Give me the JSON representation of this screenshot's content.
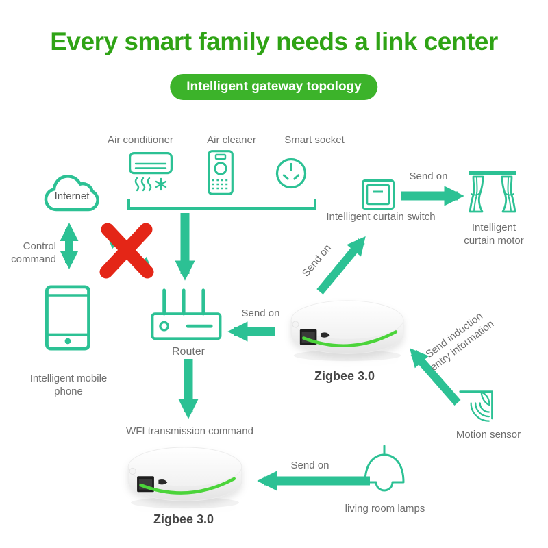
{
  "title": "Every smart family needs a link center",
  "badge": "Intelligent gateway topology",
  "colors": {
    "title_green": "#2fa315",
    "badge_green": "#3cb32a",
    "accent": "#2cc194",
    "led_green": "#4bd43a",
    "label_gray": "#6e6e6e",
    "dark_label": "#454545",
    "cross_red": "#e42617"
  },
  "nodes": {
    "air_conditioner": {
      "label": "Air conditioner"
    },
    "air_cleaner": {
      "label": "Air cleaner"
    },
    "smart_socket": {
      "label": "Smart socket"
    },
    "internet": {
      "label": "Internet"
    },
    "mobile_phone": {
      "label": "Intelligent mobile phone"
    },
    "router": {
      "label": "Router"
    },
    "gateway_main": {
      "label": "Zigbee 3.0"
    },
    "gateway_secondary": {
      "label": "Zigbee 3.0"
    },
    "curtain_switch": {
      "label": "Intelligent curtain switch"
    },
    "curtain_motor": {
      "label": "Intelligent curtain motor"
    },
    "motion_sensor": {
      "label": "Motion sensor"
    },
    "living_room_lamps": {
      "label": "living room lamps"
    }
  },
  "edges": {
    "control_command": "Control command",
    "send_on_router": "Send on",
    "send_on_switch": "Send on",
    "send_on_motor": "Send on",
    "send_on_lamps": "Send on",
    "wifi_transmission": "WFI transmission command",
    "send_induction": "Send induction entry information"
  },
  "icons": [
    "cloud-internet",
    "air-conditioner",
    "air-cleaner",
    "smart-socket",
    "smartphone",
    "wifi-router",
    "zigbee-gateway-puck",
    "curtain-wall-switch",
    "curtain-motor",
    "motion-sensor",
    "pendant-lamp",
    "blocked-cross",
    "arrow"
  ]
}
